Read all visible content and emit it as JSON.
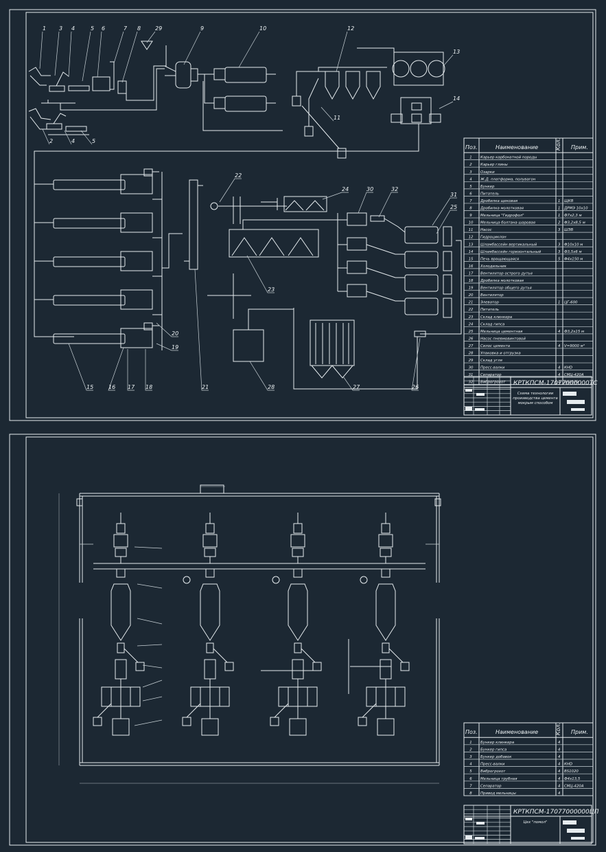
{
  "sheet1": {
    "leaders": [
      "1",
      "3",
      "4",
      "5",
      "6",
      "7",
      "8",
      "29",
      "9",
      "10",
      "12",
      "13",
      "14",
      "11",
      "2",
      "4",
      "5",
      "22",
      "24",
      "30",
      "32",
      "31",
      "25",
      "20",
      "19",
      "15",
      "16",
      "17",
      "18",
      "21",
      "28",
      "23",
      "27",
      "26"
    ],
    "table": {
      "headers": {
        "pos": "Поз.",
        "name": "Наименование",
        "qty": "Кол.",
        "note": "Прим."
      },
      "rows": [
        {
          "pos": "1",
          "name": "Карьер карбонатной породы",
          "qty": "",
          "note": ""
        },
        {
          "pos": "2",
          "name": "Карьер глины",
          "qty": "",
          "note": ""
        },
        {
          "pos": "3",
          "name": "Озарки",
          "qty": "",
          "note": ""
        },
        {
          "pos": "4",
          "name": "Ж.Д. платформа, полувагон",
          "qty": "",
          "note": ""
        },
        {
          "pos": "5",
          "name": "Бункер",
          "qty": "",
          "note": ""
        },
        {
          "pos": "6",
          "name": "Питатель",
          "qty": "",
          "note": ""
        },
        {
          "pos": "7",
          "name": "Дробилка щековая",
          "qty": "1",
          "note": "ЩКВ"
        },
        {
          "pos": "8",
          "name": "Дробилка молотковая",
          "qty": "1",
          "note": "ДРМЭ 10х10"
        },
        {
          "pos": "9",
          "name": "Мельница \"Гидрофол\"",
          "qty": "1",
          "note": "Ф7х2,3 м"
        },
        {
          "pos": "10",
          "name": "Мельница болтана шаровая",
          "qty": "2",
          "note": "Ф3,2х8,5 м"
        },
        {
          "pos": "11",
          "name": "Насос",
          "qty": "3",
          "note": "ШЭВ"
        },
        {
          "pos": "12",
          "name": "Гидроциклон",
          "qty": "",
          "note": ""
        },
        {
          "pos": "13",
          "name": "Шламбассейн вертикальный",
          "qty": "3",
          "note": "Ф10х10 м"
        },
        {
          "pos": "14",
          "name": "Шламбассейн горизонтальный",
          "qty": "3",
          "note": "Ф3,5х6 м"
        },
        {
          "pos": "15",
          "name": "Печь вращающаяся",
          "qty": "5",
          "note": "Ф4х150 м"
        },
        {
          "pos": "16",
          "name": "Холодильник",
          "qty": "",
          "note": ""
        },
        {
          "pos": "17",
          "name": "Вентилятор острого дутья",
          "qty": "",
          "note": ""
        },
        {
          "pos": "18",
          "name": "Дробилка молотковая",
          "qty": "",
          "note": ""
        },
        {
          "pos": "19",
          "name": "Вентилятор общего дутья",
          "qty": "",
          "note": ""
        },
        {
          "pos": "20",
          "name": "Вентилятор",
          "qty": "",
          "note": ""
        },
        {
          "pos": "21",
          "name": "Элеватор",
          "qty": "1",
          "note": "ЦГ-600"
        },
        {
          "pos": "22",
          "name": "Питатель",
          "qty": "",
          "note": ""
        },
        {
          "pos": "23",
          "name": "Склад клинкера",
          "qty": "",
          "note": ""
        },
        {
          "pos": "24",
          "name": "Склад гипса",
          "qty": "",
          "note": ""
        },
        {
          "pos": "25",
          "name": "Мельница цементная",
          "qty": "4",
          "note": "Ф3,2х15 м"
        },
        {
          "pos": "26",
          "name": "Насос пневмовинтовой",
          "qty": "",
          "note": ""
        },
        {
          "pos": "27",
          "name": "Силос цемента",
          "qty": "4",
          "note": "V=9000 м³"
        },
        {
          "pos": "28",
          "name": "Упаковка и отгрузка",
          "qty": "",
          "note": ""
        },
        {
          "pos": "29",
          "name": "Склад угля",
          "qty": "",
          "note": ""
        },
        {
          "pos": "30",
          "name": "Пресс-валки",
          "qty": "4",
          "note": "КНD"
        },
        {
          "pos": "31",
          "name": "Сепаратор",
          "qty": "4",
          "note": "СМЦ-420А"
        },
        {
          "pos": "32",
          "name": "Виброгрохот",
          "qty": "4",
          "note": "BS1020"
        }
      ]
    },
    "stamp": {
      "code": "КРТКПСМ-17077000000ТС",
      "title_lines": [
        "Схема технологии",
        "производства цемента",
        "мокрым способом"
      ]
    }
  },
  "sheet2": {
    "table": {
      "headers": {
        "pos": "Поз.",
        "name": "Наименование",
        "qty": "Кол.",
        "note": "Прим."
      },
      "rows": [
        {
          "pos": "1",
          "name": "Бункер клинкера",
          "qty": "4",
          "note": ""
        },
        {
          "pos": "2",
          "name": "Бункер гипса",
          "qty": "4",
          "note": ""
        },
        {
          "pos": "3",
          "name": "Бункер добавок",
          "qty": "4",
          "note": ""
        },
        {
          "pos": "4",
          "name": "Пресс-валки",
          "qty": "4",
          "note": "КНD"
        },
        {
          "pos": "5",
          "name": "Виброгрохот",
          "qty": "4",
          "note": "BS1020"
        },
        {
          "pos": "6",
          "name": "Мельница трубная",
          "qty": "4",
          "note": "Ф4х13,5"
        },
        {
          "pos": "7",
          "name": "Сепаратор",
          "qty": "4",
          "note": "СМЦ-420А"
        },
        {
          "pos": "8",
          "name": "Привод мельницы",
          "qty": "4",
          "note": ""
        }
      ]
    },
    "stamp": {
      "code": "КРТКПСМ-17077000000ЦП",
      "title_lines": [
        "Цех \"помол\""
      ]
    }
  }
}
